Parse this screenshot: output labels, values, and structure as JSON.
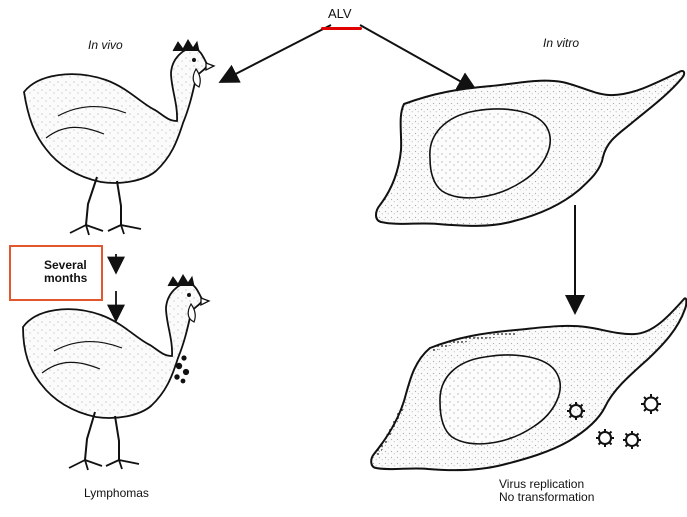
{
  "labels": {
    "title": "ALV",
    "in_vivo": "In vivo",
    "in_vitro": "In vitro",
    "several_months": "Several months",
    "lymphomas": "Lymphomas",
    "virus_replication": "Virus replication",
    "no_transformation": "No transformation"
  },
  "colors": {
    "highlight_box": "#e4572e",
    "underline": "#e00000"
  },
  "icons": [
    "healthy-chicken-icon",
    "lymphoma-chicken-icon",
    "fibroblast-cell-icon",
    "infected-cell-icon",
    "virion-icon"
  ]
}
